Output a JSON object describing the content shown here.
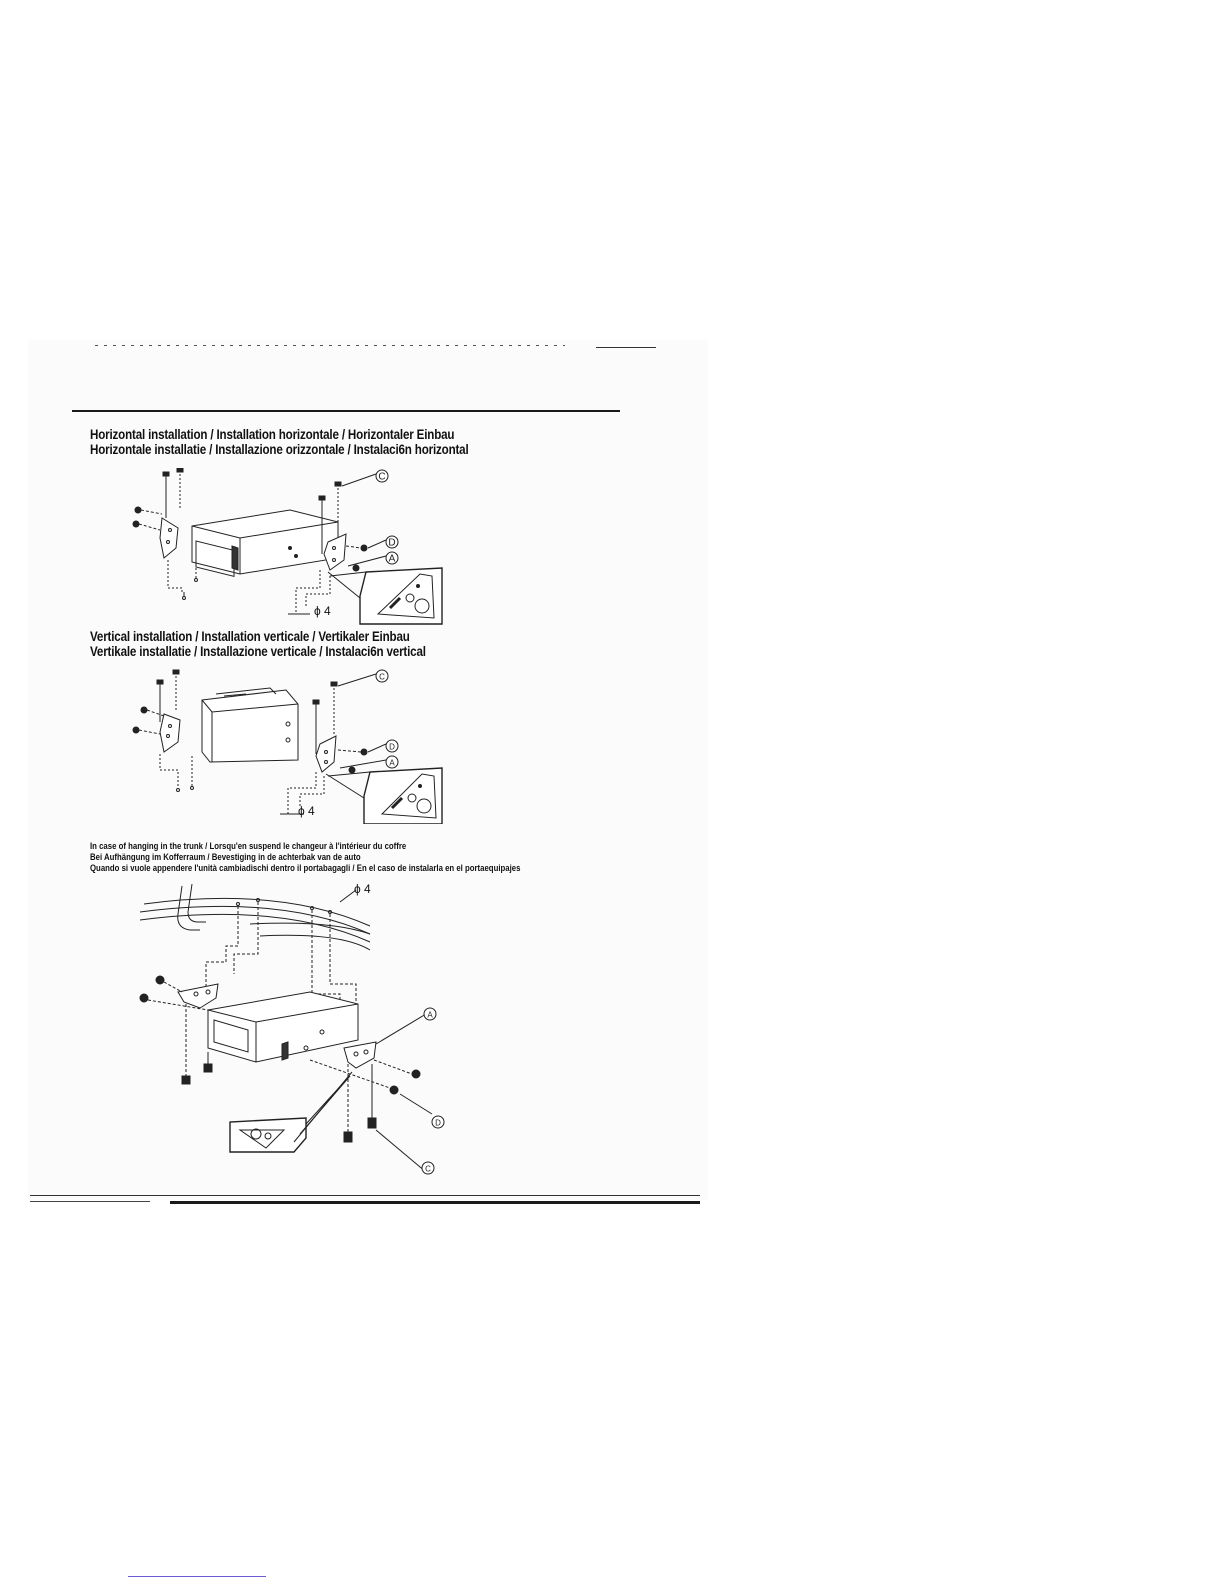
{
  "horizontal": {
    "line1": "Horizontal installation / Installation horizontale / Horizontaler Einbau",
    "line2": "Horizontale installatie / Installazione orizzontale / Instalaci6n horizontal"
  },
  "vertical": {
    "line1": "Vertical installation / Installation verticale / Vertikaler Einbau",
    "line2": "Vertikale installatie / Installazione verticale / Instalaci6n vertical"
  },
  "trunk": {
    "line1": "In case of hanging in the trunk / Lorsqu'en suspend le changeur à l'intérieur du coffre",
    "line2": "Bei Aufhängung im Kofferraum / Bevestiging in de achterbak van de auto",
    "line3": "Quando si vuole appendere l'unità cambiadischi dentro il portabagagli / En el caso de instalarla en el portaequipajes"
  },
  "callouts": {
    "a": "A",
    "c": "C",
    "d": "D",
    "phi4": "ϕ 4"
  }
}
